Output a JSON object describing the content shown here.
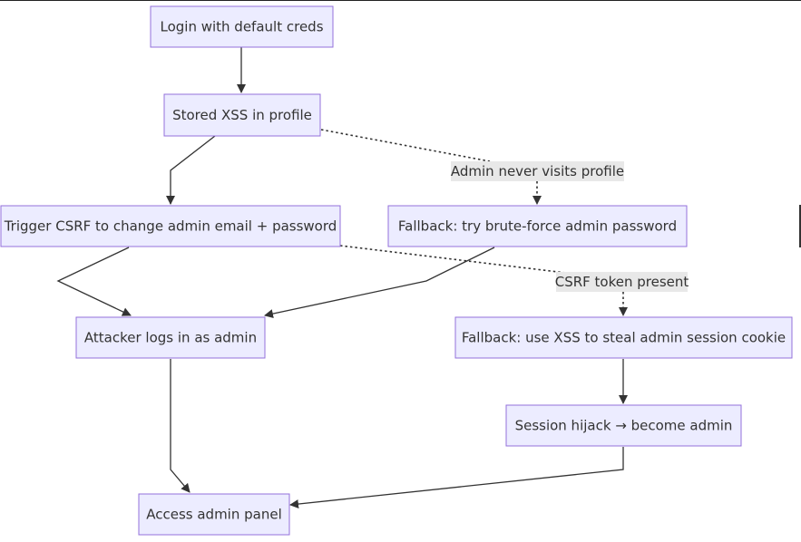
{
  "nodes": {
    "login": "Login with default creds",
    "stored_xss": "Stored XSS in profile",
    "trigger_csrf": "Trigger CSRF to change admin email + password",
    "fallback_bruteforce": "Fallback: try brute-force admin password",
    "attacker_logs_in": "Attacker logs in as admin",
    "fallback_xss_cookie": "Fallback: use XSS to steal admin session cookie",
    "session_hijack": "Session hijack → become admin",
    "access_admin": "Access admin panel"
  },
  "edge_labels": {
    "admin_never_visits": "Admin never visits profile",
    "csrf_token_present": "CSRF token present"
  },
  "colors": {
    "node_fill": "#ECECFF",
    "node_border": "#9370DB",
    "edge": "#333333",
    "label_bg": "#e8e8e8"
  }
}
